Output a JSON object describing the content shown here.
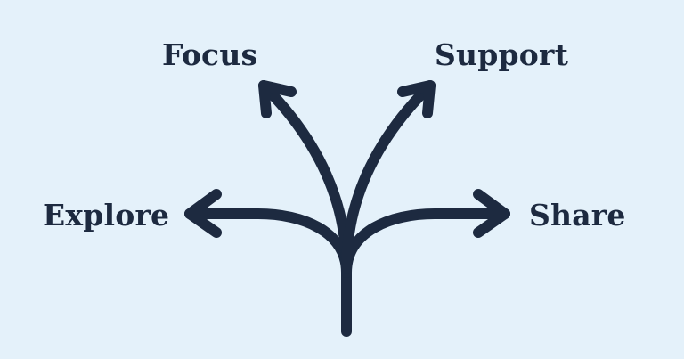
{
  "diagram": {
    "labels": {
      "focus": "Focus",
      "support": "Support",
      "explore": "Explore",
      "share": "Share"
    }
  },
  "colors": {
    "background": "#e4f1fa",
    "ink": "#1d2a40"
  },
  "icons": {
    "arrows": "branching-arrows-icon"
  }
}
